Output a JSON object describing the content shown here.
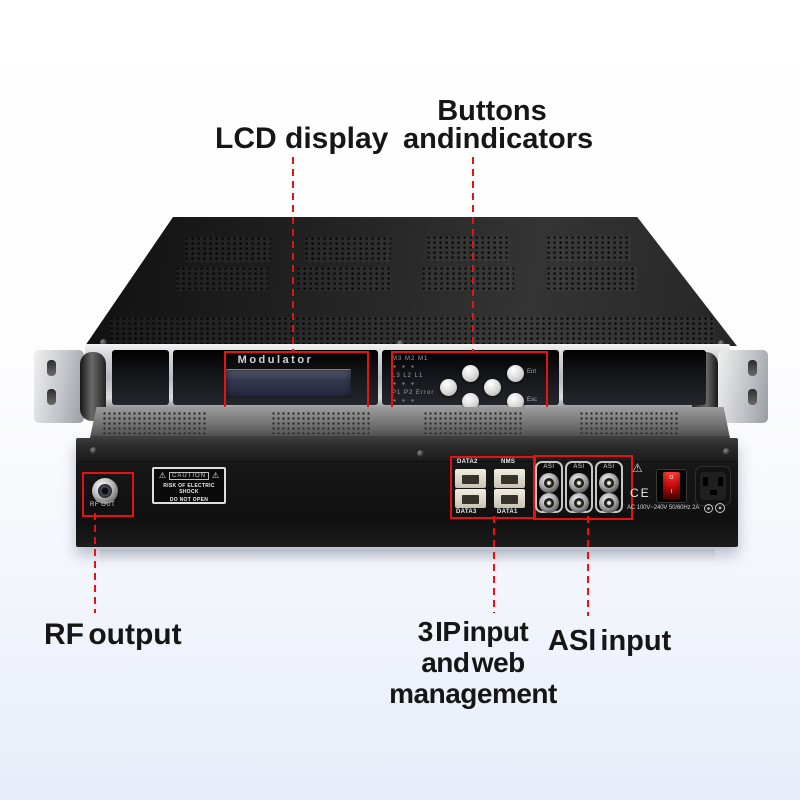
{
  "annotations": {
    "lcd": "LCD display",
    "buttons_line1": "Buttons",
    "buttons_line2": "andindicators",
    "rf": "RF output",
    "ip_line1": "3 IP input",
    "ip_line2": "and web",
    "ip_line3": "management",
    "asi": "ASl input"
  },
  "front": {
    "lcd_title": "Modulator",
    "led_row1": "M3 M2 M1",
    "led_row2": "L3 L2 L1",
    "led_row3": "P1 P2 Error",
    "btn_ent": "Ent",
    "btn_esc": "Esc"
  },
  "rear": {
    "rf_port": "RF OUT",
    "caution_title": "CAUTION",
    "caution_line1": "RISK OF ELECTRIC SHOCK",
    "caution_line2": "DO NOT OPEN",
    "eth_tl": "DATA2",
    "eth_tr": "NMS",
    "eth_bl": "DATA3",
    "eth_br": "DATA1",
    "bnc1": "ASI",
    "bnc2": "ASI",
    "bnc3": "ASI",
    "ce": "CE",
    "power": "AC 100V~240V 50/60Hz 2A",
    "sw_off": "O",
    "sw_on": "I"
  },
  "colors": {
    "callout_red": "#e31311",
    "chassis_black": "#141414",
    "panel_silver": "#c2c5c9"
  }
}
